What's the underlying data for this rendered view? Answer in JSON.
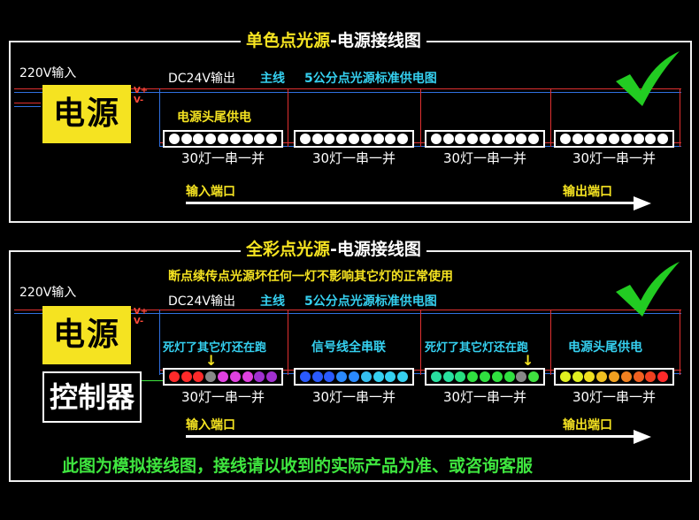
{
  "panel1": {
    "title_yellow": "单色点光源",
    "title_white": "-电源接线图",
    "input_label": "220V输入",
    "dc_label": "DC24V输出",
    "main_line": "主线",
    "standard": "5公分点光源标准供电图",
    "psu_label": "电源",
    "v_plus": "V+",
    "v_minus": "V-",
    "tail_feed": "电源头尾供电",
    "strip_labels": [
      "30灯一串一并",
      "30灯一串一并",
      "30灯一串一并",
      "30灯一串一并"
    ],
    "input_port": "输入端口",
    "output_port": "输出端口"
  },
  "panel2": {
    "title_yellow": "全彩点光源",
    "title_white": "-电源接线图",
    "notice": "断点续传点光源坏任何一灯不影响其它灯的正常使用",
    "input_label": "220V输入",
    "dc_label": "DC24V输出",
    "main_line": "主线",
    "standard": "5公分点光源标准供电图",
    "psu_label": "电源",
    "ctrl_label": "控制器",
    "v_plus": "V+",
    "v_minus": "V-",
    "seg_labels": [
      "死灯了其它灯还在跑",
      "信号线全串联",
      "死灯了其它灯还在跑",
      "电源头尾供电"
    ],
    "down_arrow": "↓",
    "strip_labels": [
      "30灯一串一并",
      "30灯一串一并",
      "30灯一串一并",
      "30灯一串一并"
    ],
    "input_port": "输入端口",
    "output_port": "输出端口",
    "bottom_note": "此图为模拟接线图，接线请以收到的实际产品为准、或咨询客服"
  },
  "strip_colors": [
    [
      "#ff2a2a",
      "#ff2a2a",
      "#ff2a2a",
      "#888888",
      "#e040e0",
      "#e040e0",
      "#e040e0",
      "#a030d0",
      "#a030d0"
    ],
    [
      "#2a5aff",
      "#2a5aff",
      "#2a5aff",
      "#2a8aff",
      "#2a8aff",
      "#35c0f0",
      "#35d0f0",
      "#35d0f0",
      "#35d0f0"
    ],
    [
      "#28e0a0",
      "#28e0a0",
      "#28e080",
      "#30e040",
      "#30e040",
      "#30e040",
      "#30e040",
      "#888888",
      "#40e040"
    ],
    [
      "#e0f020",
      "#e0f020",
      "#f0e020",
      "#f0c020",
      "#f0a020",
      "#f08020",
      "#f06020",
      "#f04020",
      "#ff2a2a"
    ]
  ],
  "colors": {
    "psu_yellow": "#f5e321",
    "cyan": "#35d0f0",
    "green": "#3fe63f",
    "wire_red": "#e03030",
    "wire_blue": "#3070e0"
  },
  "icons": [
    "check-icon",
    "arrow-right-icon",
    "arrow-down-icon",
    "led-dot-icon"
  ]
}
